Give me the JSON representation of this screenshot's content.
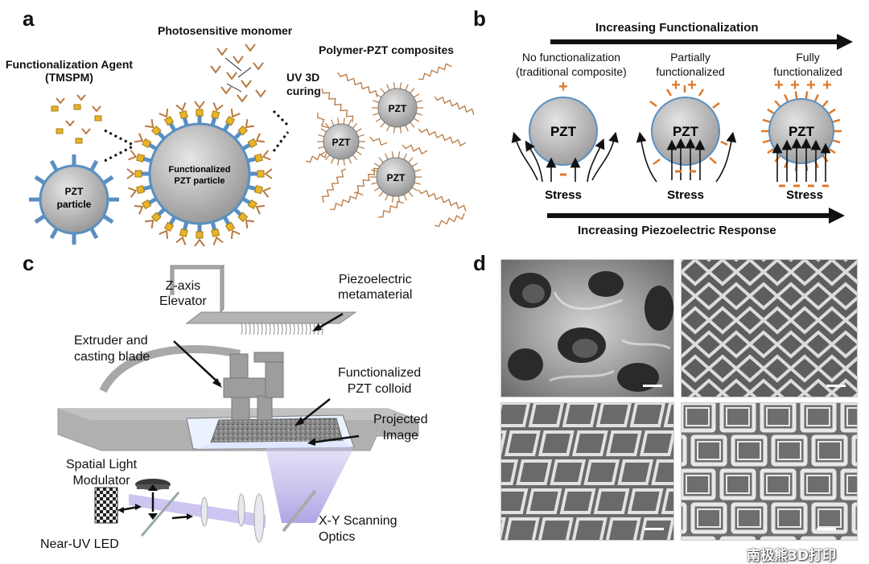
{
  "panel_a": {
    "letter": "a",
    "photosensitive_monomer": "Photosensitive monomer",
    "functionalization_agent_line1": "Functionalization Agent",
    "functionalization_agent_line2": "(TMSPM)",
    "uv_line1": "UV 3D",
    "uv_line2": "curing",
    "composites_title": "Polymer-PZT composites",
    "pzt_particle_line1": "PZT",
    "pzt_particle_line2": "particle",
    "functionalized_line1": "Functionalized",
    "functionalized_line2": "PZT particle",
    "pzt": "PZT"
  },
  "panel_b": {
    "letter": "b",
    "top_arrow_label": "Increasing Functionalization",
    "bottom_arrow_label": "Increasing Piezoelectric Response",
    "col1_line1": "No functionalization",
    "col1_line2": "(traditional composite)",
    "col2_line1": "Partially",
    "col2_line2": "functionalized",
    "col3_line1": "Fully",
    "col3_line2": "functionalized",
    "pzt": "PZT",
    "stress": "Stress",
    "plus": "+",
    "minus": "-"
  },
  "panel_c": {
    "letter": "c",
    "z_axis_line1": "Z-axis",
    "z_axis_line2": "Elevator",
    "piezo_line1": "Piezoelectric",
    "piezo_line2": "metamaterial",
    "extruder_line1": "Extruder and",
    "extruder_line2": "casting blade",
    "colloid_line1": "Functionalized",
    "colloid_line2": "PZT colloid",
    "projected_line1": "Projected",
    "projected_line2": "Image",
    "slm_line1": "Spatial Light",
    "slm_line2": "Modulator",
    "led": "Near-UV LED",
    "xy_line1": "X-Y Scanning",
    "xy_line2": "Optics"
  },
  "panel_d": {
    "letter": "d"
  },
  "watermark": "南极熊3D打印",
  "colors": {
    "pzt_fill": "#c8c8c8",
    "shell_blue": "#5a8fc0",
    "linker_yellow": "#e8b42a",
    "chain_brown": "#b87840",
    "charge_orange": "#e07828",
    "gray_struct": "#a8a8a8"
  }
}
